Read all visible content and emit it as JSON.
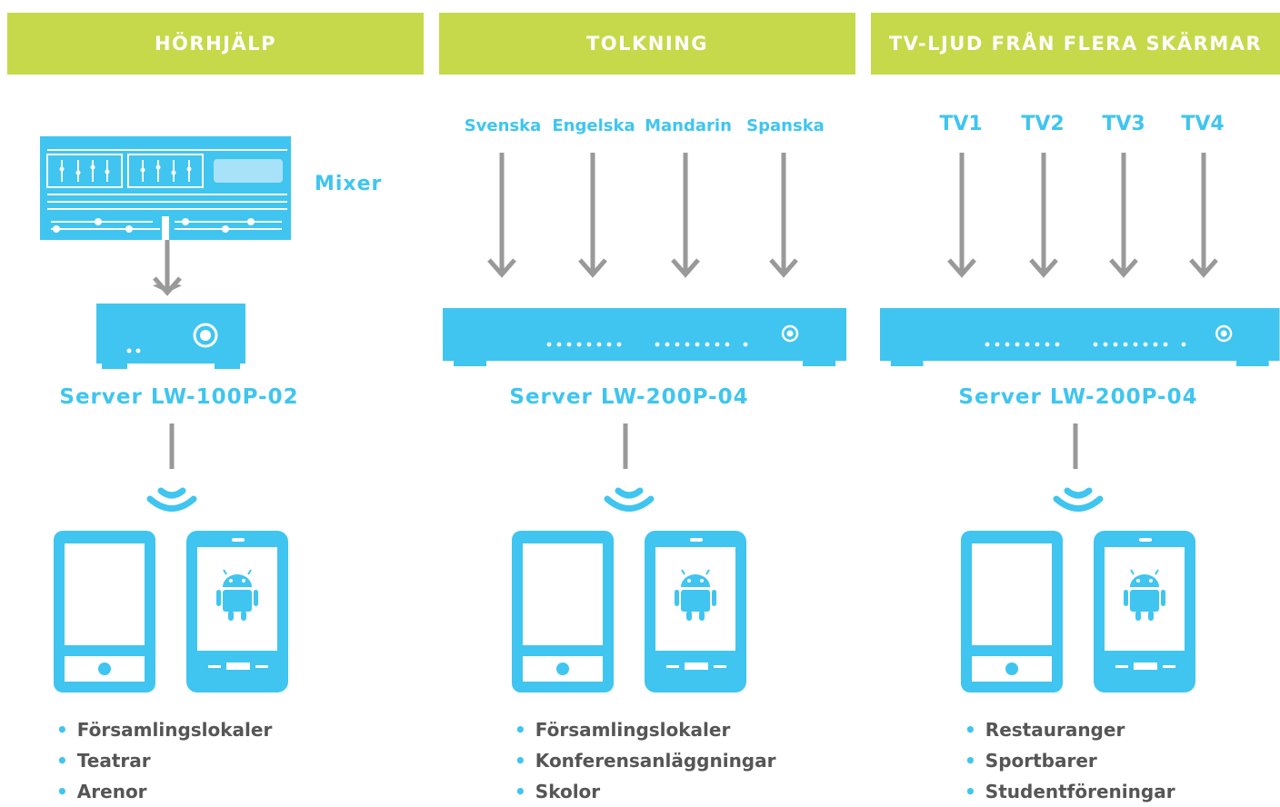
{
  "colors": {
    "banner": "#c5d94a",
    "accent": "#3fc5f0",
    "arrow": "#999999",
    "text": "#555555"
  },
  "columns": [
    {
      "title": "HÖRHJÄLP",
      "source_label": "Mixer",
      "server": "Server LW-100P-02",
      "bullets": [
        "Församlingslokaler",
        "Teatrar",
        "Arenor"
      ]
    },
    {
      "title": "TOLKNING",
      "inputs": [
        "Svenska",
        "Engelska",
        "Mandarin",
        "Spanska"
      ],
      "server": "Server LW-200P-04",
      "bullets": [
        "Församlingslokaler",
        "Konferensanläggningar",
        "Skolor"
      ]
    },
    {
      "title": "TV-LJUD FRÅN FLERA SKÄRMAR",
      "inputs": [
        "TV1",
        "TV2",
        "TV3",
        "TV4"
      ],
      "server": "Server LW-200P-04",
      "bullets": [
        "Restauranger",
        "Sportbarer",
        "Studentföreningar"
      ]
    }
  ],
  "icons": [
    "mixer-icon",
    "server-icon",
    "wifi-icon",
    "iphone-icon",
    "android-phone-icon",
    "android-logo-icon",
    "arrow-down-icon"
  ]
}
